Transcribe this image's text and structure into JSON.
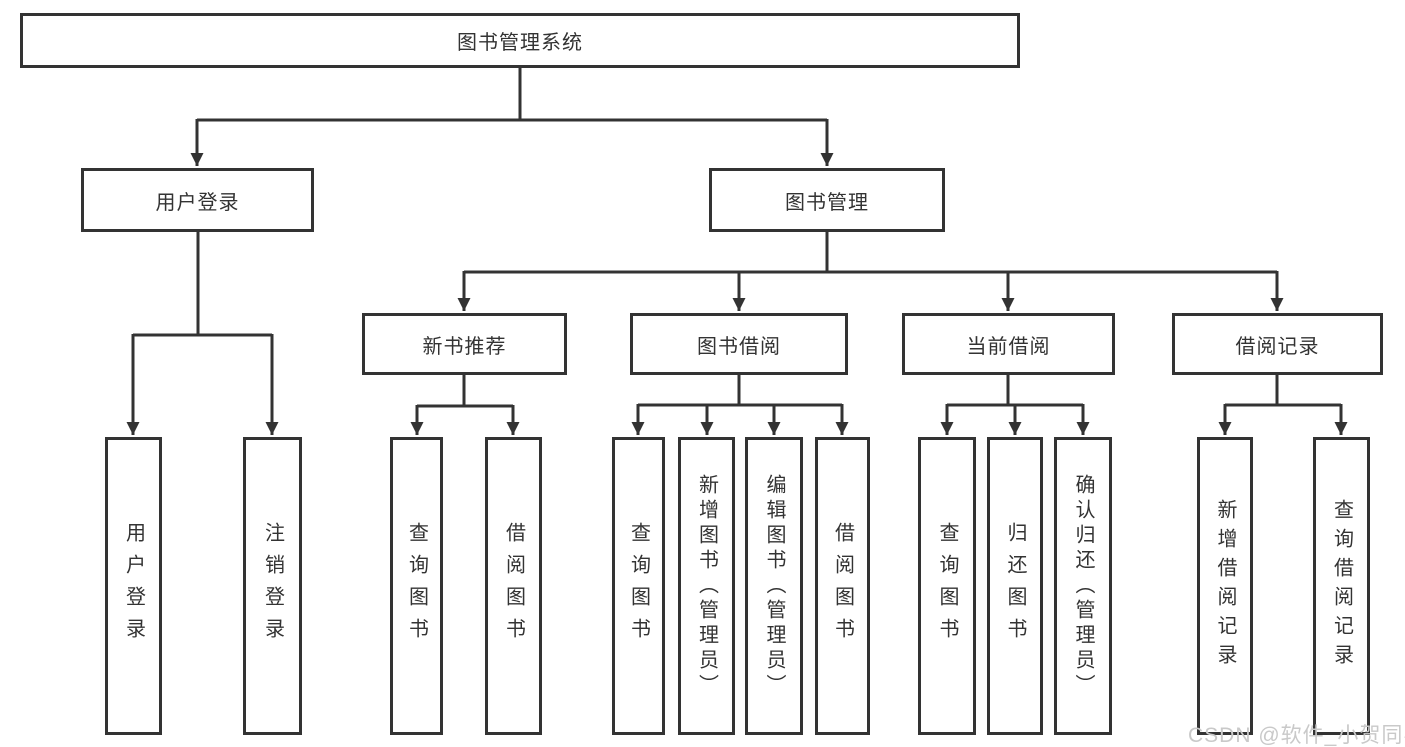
{
  "diagram": {
    "root": "图书管理系统",
    "branches": {
      "user_login": "用户登录",
      "book_management": "图书管理"
    },
    "modules": {
      "new_book_recommend": "新书推荐",
      "book_borrowing": "图书借阅",
      "current_borrowing": "当前借阅",
      "borrowing_records": "借阅记录"
    },
    "functions": {
      "user_login": "用户登录",
      "logout": "注销登录",
      "rec_query_books": "查询图书",
      "rec_borrow_books": "借阅图书",
      "bb_query_books": "查询图书",
      "bb_add_books_admin": "新增图书（管理员）",
      "bb_edit_books_admin": "编辑图书（管理员）",
      "bb_borrow_books": "借阅图书",
      "cb_query_books": "查询图书",
      "cb_return_books": "归还图书",
      "cb_confirm_return_admin": "确认归还（管理员）",
      "br_add_record": "新增借阅记录",
      "br_query_record": "查询借阅记录"
    }
  },
  "watermark": {
    "text": "CSDN @软件_小贺同学"
  },
  "colors": {
    "line": "#333333",
    "text": "#333333",
    "background": "#ffffff",
    "watermark": "#c9c9c9"
  }
}
